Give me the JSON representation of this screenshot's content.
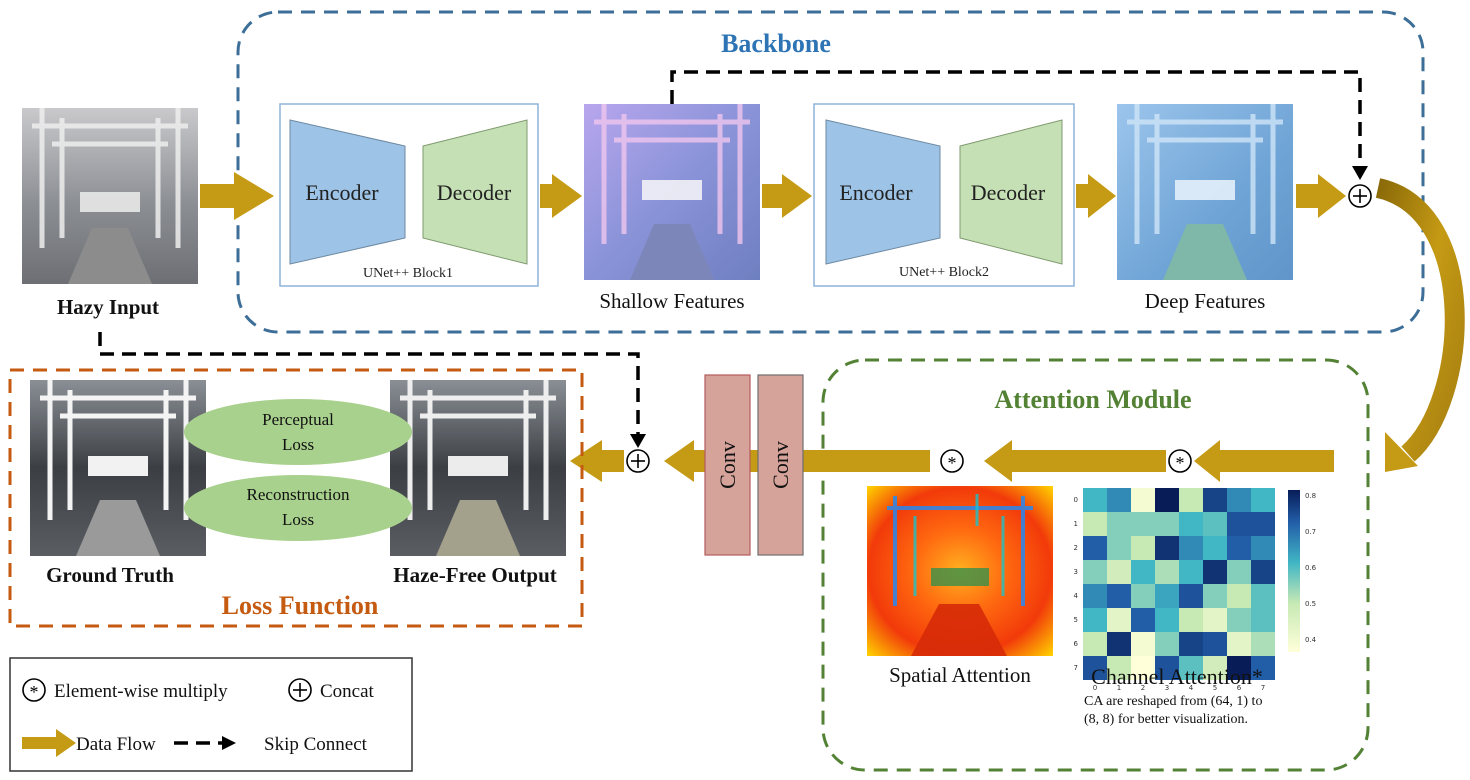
{
  "backbone": {
    "title": "Backbone",
    "hazy_input": "Hazy Input",
    "block1_label": "UNet++ Block1",
    "block2_label": "UNet++ Block2",
    "encoder": "Encoder",
    "decoder": "Decoder",
    "shallow": "Shallow Features",
    "deep": "Deep Features"
  },
  "attention": {
    "title": "Attention Module",
    "spatial": "Spatial Attention",
    "channel": "Channel Attention*",
    "note_line1": "CA are reshaped from (64, 1) to",
    "note_line2": "(8, 8) for better visualization.",
    "heatmap": {
      "x_ticks": [
        "0",
        "1",
        "2",
        "3",
        "4",
        "5",
        "6",
        "7"
      ],
      "y_ticks": [
        "0",
        "1",
        "2",
        "3",
        "4",
        "5",
        "6",
        "7"
      ],
      "colorbar_ticks": [
        "0.8",
        "0.7",
        "0.6",
        "0.5",
        "0.4"
      ],
      "values": [
        [
          0.6,
          0.65,
          0.42,
          0.85,
          0.5,
          0.75,
          0.65,
          0.6
        ],
        [
          0.5,
          0.55,
          0.55,
          0.55,
          0.6,
          0.58,
          0.72,
          0.72
        ],
        [
          0.7,
          0.55,
          0.5,
          0.78,
          0.65,
          0.6,
          0.7,
          0.65
        ],
        [
          0.55,
          0.48,
          0.6,
          0.52,
          0.6,
          0.78,
          0.55,
          0.75
        ],
        [
          0.65,
          0.7,
          0.55,
          0.62,
          0.72,
          0.55,
          0.5,
          0.58
        ],
        [
          0.6,
          0.45,
          0.7,
          0.6,
          0.5,
          0.45,
          0.55,
          0.58
        ],
        [
          0.5,
          0.78,
          0.42,
          0.55,
          0.75,
          0.72,
          0.45,
          0.52
        ],
        [
          0.72,
          0.5,
          0.4,
          0.72,
          0.58,
          0.48,
          0.82,
          0.7
        ]
      ]
    }
  },
  "conv": {
    "label": "Conv"
  },
  "loss": {
    "title": "Loss Function",
    "ground_truth": "Ground Truth",
    "output": "Haze-Free Output",
    "perceptual_1": "Perceptual",
    "perceptual_2": "Loss",
    "reconstruction_1": "Reconstruction",
    "reconstruction_2": "Loss"
  },
  "legend": {
    "multiply": "Element-wise multiply",
    "concat": "Concat",
    "data_flow": "Data Flow",
    "skip": "Skip Connect"
  },
  "colors": {
    "arrow": "#c59a14",
    "backbone_border": "#3c6e97",
    "backbone_title": "#2e74b5",
    "attention_border": "#548235",
    "attention_title": "#548235",
    "loss_border": "#c55a11",
    "loss_title": "#c55a11",
    "encoder_fill": "#9dc3e6",
    "decoder_fill": "#c5e0b4",
    "conv_fill": "#d6a39b",
    "ellipse_fill": "#a9d18e"
  }
}
